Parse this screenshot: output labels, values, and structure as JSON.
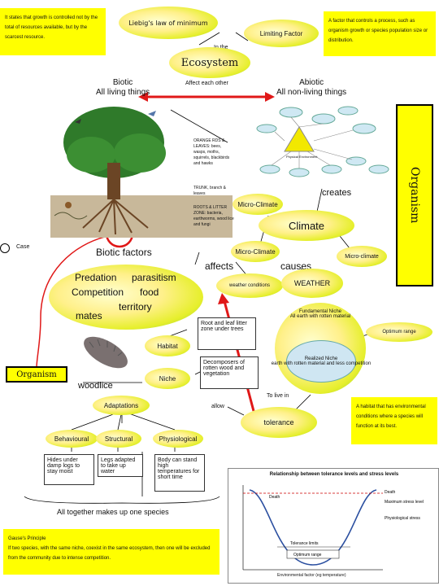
{
  "notes": {
    "top_left": "It states that growth is controlled not by the total of resources available, but by the scarcest resource.",
    "top_right": "A factor that controls a process, such as organism growth or species population size or distribution.",
    "niche_def": "A habitat that has environmental conditions where a species will function at its best.",
    "gause": "Gause's Principle\nIf two species, with the same niche, coexist in the same ecosystem, then one will be excluded from the community due to intense competition."
  },
  "labels": {
    "liebig": "Liebig's law of minimum",
    "limiting": "Limiting Factor",
    "in_the": "In the",
    "ecosystem": "Ecosystem",
    "affect_each_other": "Affect each other",
    "biotic": "Biotic\nAll living things",
    "abiotic": "Abiotic\nAll non-living things",
    "organism_side": "Organism",
    "creates": "creates",
    "microclimate1": "Micro-Climate",
    "climate": "Climate",
    "microclimate2": "Micro-Climate",
    "microclimate3": "Micro-climate",
    "biotic_factors": "Biotic factors",
    "affects": "affects",
    "causes": "causes",
    "weather": "WEATHER",
    "conditions": "weather conditions",
    "case": "Case",
    "predation": "Predation",
    "parasitism": "parasitism",
    "competition": "Competition",
    "food": "food",
    "territory": "territory",
    "mates": "mates",
    "habitat": "Habitat",
    "niche": "Niche",
    "root_zone": "Root and leaf litter zone under trees",
    "decomposers": "Decomposers of rotten wood and vegetation",
    "fundamental": "Fundamental Niche\nAll earth with rotten material",
    "realized": "Realized Niche\nearth with rotten material and less competition",
    "optimum": "Optimum range",
    "organism_box": "Organism",
    "woodlice": "woodlice",
    "to_live_in": "To live in",
    "allow": "allow",
    "tolerance": "tolerance",
    "adaptations": "Adaptations",
    "behavioural": "Behavioural",
    "structural": "Structural",
    "physiological": "Physiological",
    "hides": "Hides under damp logs to stay moist",
    "legs": "Legs adapted to take up water",
    "body": "Body can stand high temperatures for short time",
    "all_together": "All together makes up one species",
    "tree_side1": "ORANGE RDS & LEAVES: bees, wasps, moths, squirrels, blackbirds and hawks",
    "tree_side2": "TRUNK, branch & leaves",
    "tree_side3": "ROOTS & LITTER ZONE: bacteria, earthworms, wood lice and fungi",
    "pyramid_label": "Physical Environment"
  },
  "chart_data": {
    "type": "line",
    "title": "Relationship between tolerance levels and stress levels",
    "xlabel": "Environmental factor (eg temperature)",
    "ylabel": "",
    "annotations": [
      "Death",
      "Death",
      "Death",
      "Maximum stress level",
      "Physiological stress",
      "Tolerance limits",
      "Optimum range"
    ]
  },
  "colors": {
    "note_yellow": "#ffff00",
    "arrow_red": "#e01818",
    "organism_box": "#ffff00",
    "border_black": "#000000"
  }
}
